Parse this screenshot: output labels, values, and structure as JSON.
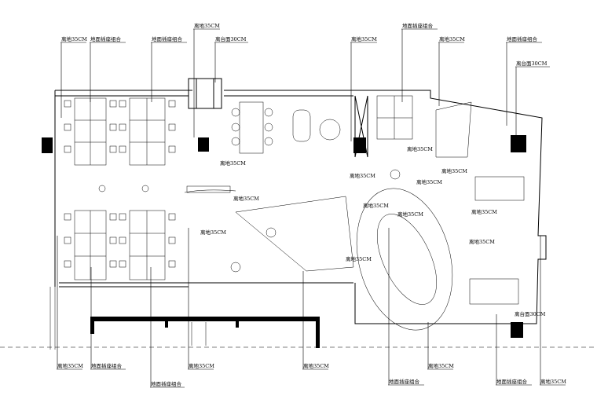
{
  "title": "办公室地面插座布置平面图",
  "labels": {
    "top": [
      "离地35CM",
      "地面插座组合",
      "地面插座组合",
      "离地35CM",
      "离台面30CM",
      "离地35CM",
      "地面插座组合",
      "离地35CM",
      "地面插座组合",
      "离台面30CM"
    ],
    "interior": [
      "离地35CM",
      "离地35CM",
      "离地35CM",
      "离地35CM",
      "离地35CM",
      "离地35CM",
      "离地35CM",
      "离地35CM",
      "离地35CM",
      "离地35CM",
      "离地35CM",
      "离地35CM",
      "离台面30CM"
    ],
    "bottom": [
      "离地35CM",
      "地面插座组合",
      "地面插座组合",
      "离地35CM",
      "离地35CM",
      "地面插座组合",
      "离地35CM",
      "地面插座组合",
      "离地35CM"
    ]
  },
  "colors": {
    "line": "#000000",
    "background": "#ffffff"
  }
}
